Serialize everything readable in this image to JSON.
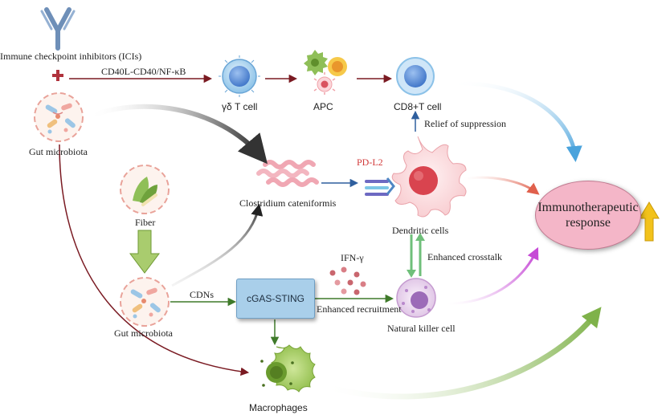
{
  "labels": {
    "ici": "Immune checkpoint inhibitors (ICIs)",
    "cd40": "CD40L-CD40/NF-κB",
    "gd_t": "γδ T cell",
    "apc": "APC",
    "cd8": "CD8+T cell",
    "relief": "Relief of suppression",
    "gut1": "Gut microbiota",
    "pdl2": "PD-L2",
    "clostridium": "Clostridium cateniformis",
    "fiber": "Fiber",
    "dendritic": "Dendritic cells",
    "ifn": "IFN-γ",
    "crosstalk": "Enhanced crosstalk",
    "cdns": "CDNs",
    "cgas": "cGAS-STING",
    "recruitment": "Enhanced recruitment",
    "gut2": "Gut microbiota",
    "nk": "Natural killer cell",
    "macrophages": "Macrophages",
    "response_line1": "Immunotherapeutic",
    "response_line2": "response"
  },
  "colors": {
    "dark_red_arrow": "#7a1a22",
    "blue_arrow": "#2f5f9e",
    "green_arrow": "#3f7a2a",
    "pdl2_text": "#d23a3a",
    "response_fill": "#f4b6c8",
    "cgas_fill": "#a9cfea",
    "up_arrow": "#f2c21b"
  }
}
